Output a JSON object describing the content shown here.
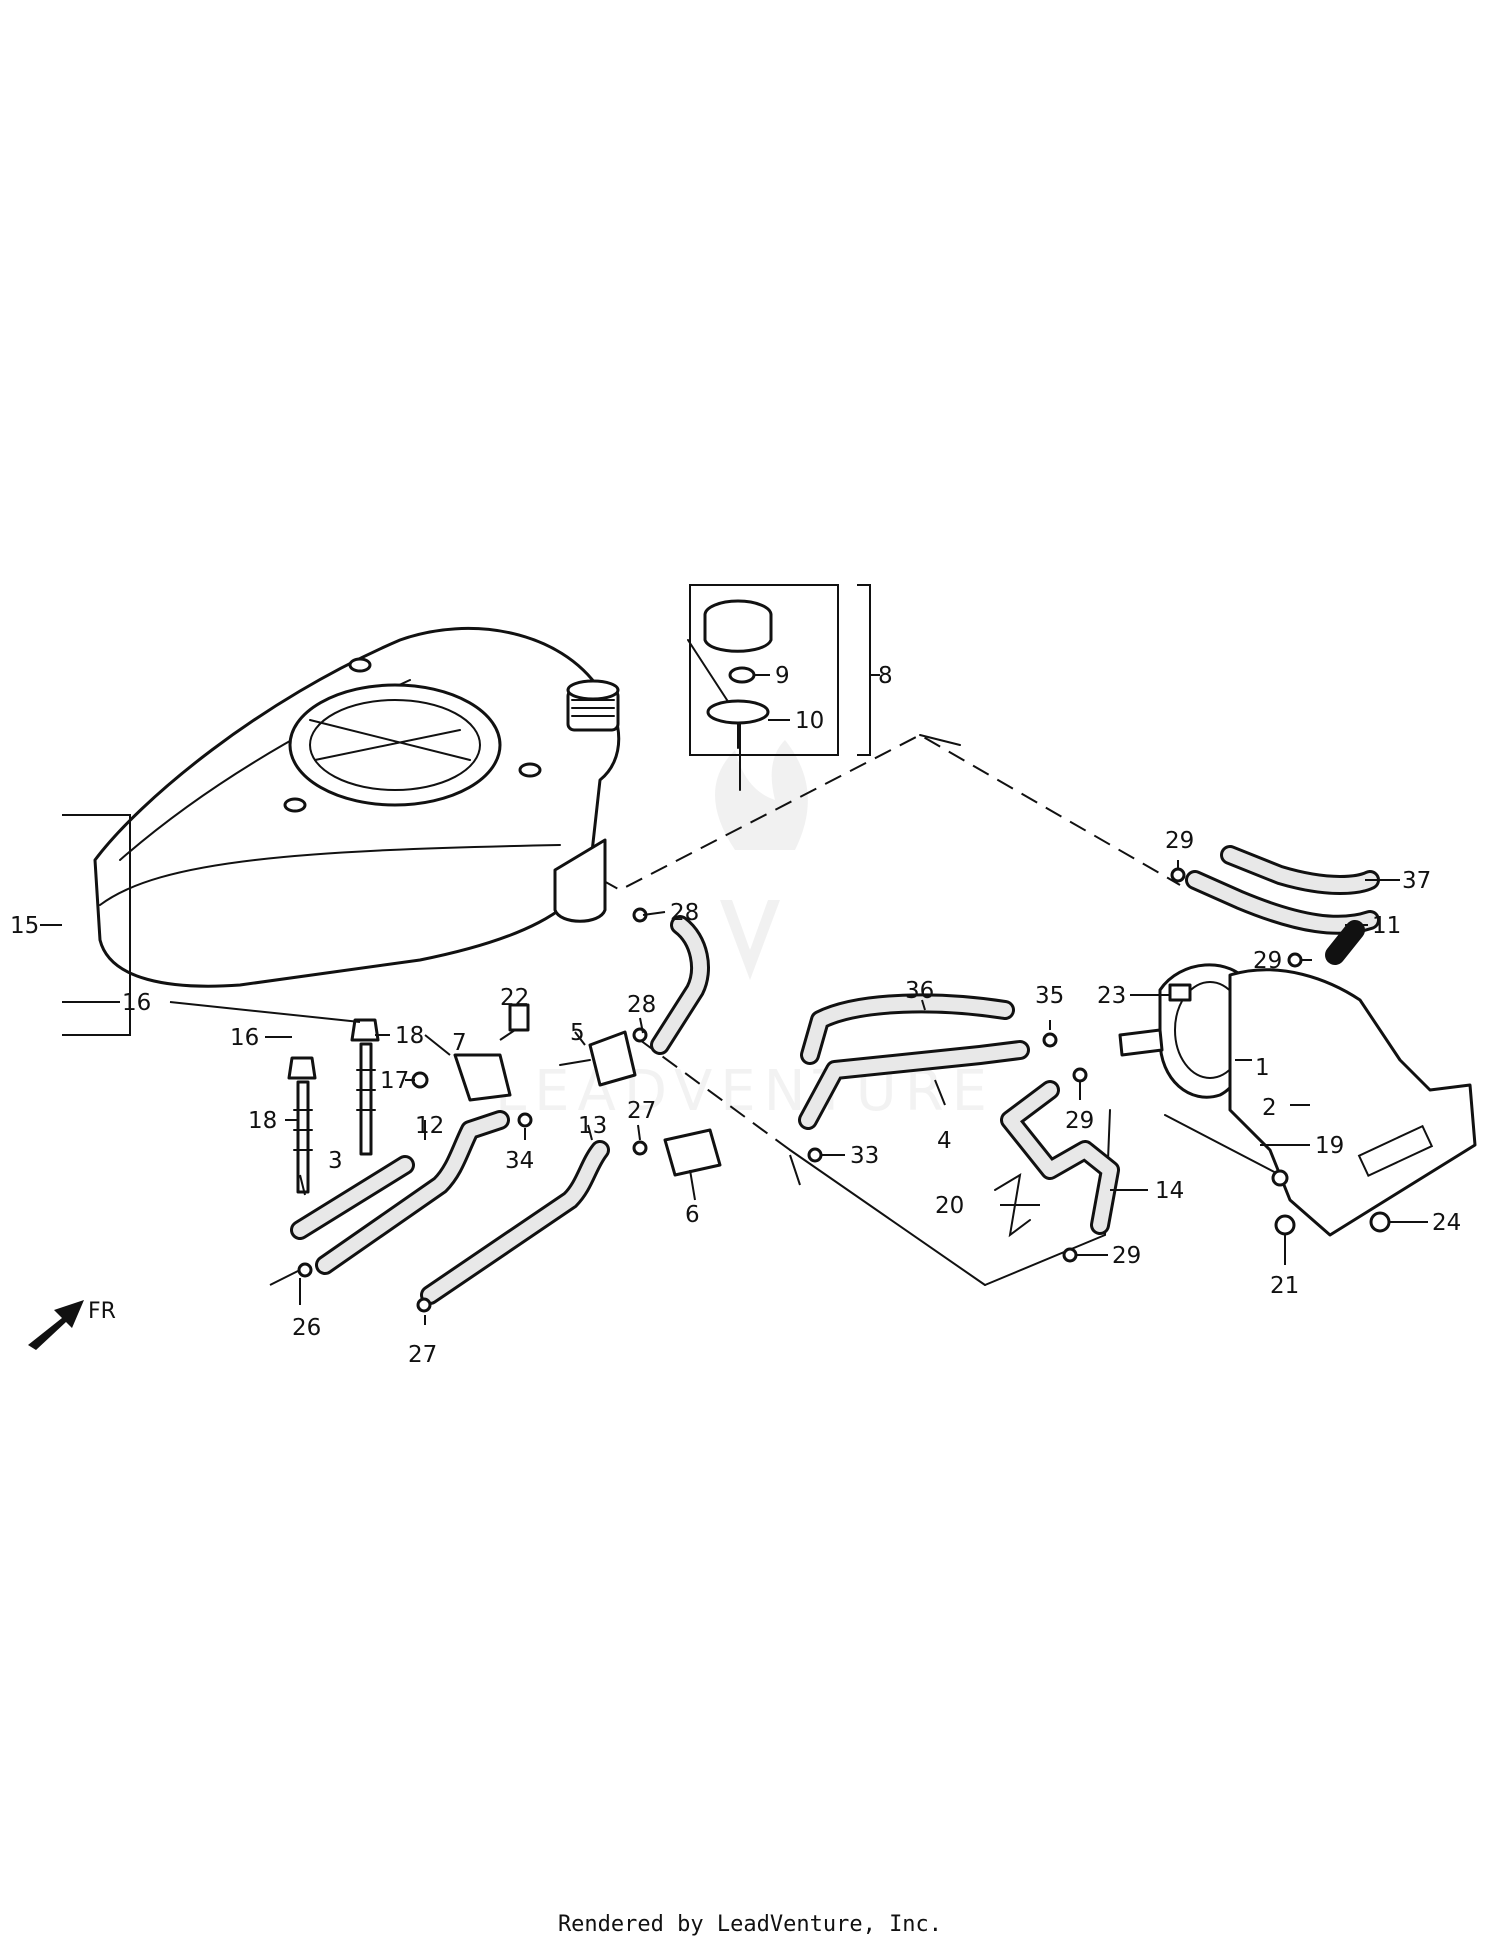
{
  "diagram": {
    "callouts": [
      {
        "id": "c1",
        "text": "1"
      },
      {
        "id": "c2",
        "text": "2"
      },
      {
        "id": "c3",
        "text": "3"
      },
      {
        "id": "c4",
        "text": "4"
      },
      {
        "id": "c5",
        "text": "5"
      },
      {
        "id": "c6",
        "text": "6"
      },
      {
        "id": "c7",
        "text": "7"
      },
      {
        "id": "c8",
        "text": "8"
      },
      {
        "id": "c9",
        "text": "9"
      },
      {
        "id": "c10",
        "text": "10"
      },
      {
        "id": "c11",
        "text": "11"
      },
      {
        "id": "c12",
        "text": "12"
      },
      {
        "id": "c13",
        "text": "13"
      },
      {
        "id": "c14",
        "text": "14"
      },
      {
        "id": "c15",
        "text": "15"
      },
      {
        "id": "c16a",
        "text": "16"
      },
      {
        "id": "c16b",
        "text": "16"
      },
      {
        "id": "c17",
        "text": "17"
      },
      {
        "id": "c18a",
        "text": "18"
      },
      {
        "id": "c18b",
        "text": "18"
      },
      {
        "id": "c19",
        "text": "19"
      },
      {
        "id": "c20",
        "text": "20"
      },
      {
        "id": "c21",
        "text": "21"
      },
      {
        "id": "c22",
        "text": "22"
      },
      {
        "id": "c23",
        "text": "23"
      },
      {
        "id": "c24",
        "text": "24"
      },
      {
        "id": "c26",
        "text": "26"
      },
      {
        "id": "c27a",
        "text": "27"
      },
      {
        "id": "c27b",
        "text": "27"
      },
      {
        "id": "c28a",
        "text": "28"
      },
      {
        "id": "c28b",
        "text": "28"
      },
      {
        "id": "c29a",
        "text": "29"
      },
      {
        "id": "c29b",
        "text": "29"
      },
      {
        "id": "c29c",
        "text": "29"
      },
      {
        "id": "c29d",
        "text": "29"
      },
      {
        "id": "c33",
        "text": "33"
      },
      {
        "id": "c34",
        "text": "34"
      },
      {
        "id": "c35",
        "text": "35"
      },
      {
        "id": "c36",
        "text": "36"
      },
      {
        "id": "c37",
        "text": "37"
      }
    ],
    "direction_label": "FR"
  },
  "watermark": {
    "text": "LEADVENTURE"
  },
  "footer": {
    "text": "Rendered by LeadVenture, Inc."
  }
}
